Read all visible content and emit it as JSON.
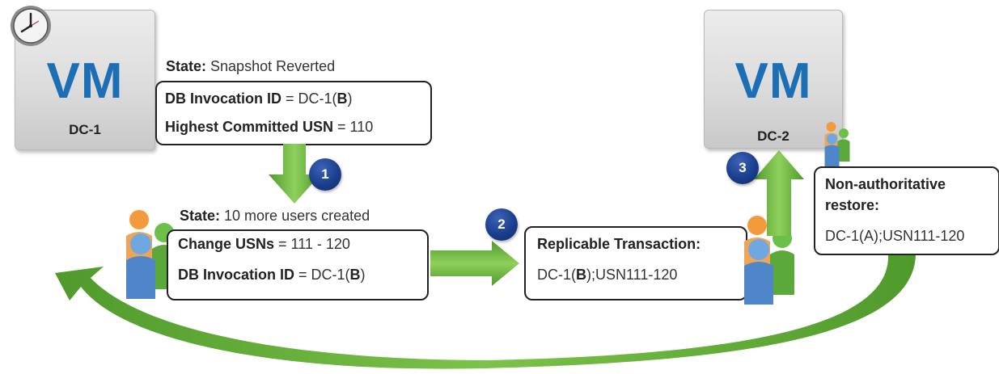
{
  "dc1": {
    "logo": "VM",
    "name": "DC-1",
    "state_label": "State:",
    "state_value": "Snapshot Reverted",
    "row1_key": "DB Invocation ID",
    "row1_prefix": " = DC-1(",
    "row1_bold": "B",
    "row1_suffix": ")",
    "row2_key": "Highest Committed USN",
    "row2_value": " = 110"
  },
  "step2": {
    "state_label": "State:",
    "state_value": "10 more users created",
    "row1_key": "Change USNs",
    "row1_value": " = 111 - 120",
    "row2_key": "DB Invocation ID",
    "row2_prefix": " = DC-1(",
    "row2_bold": "B",
    "row2_suffix": ")"
  },
  "replicable": {
    "title": "Replicable Transaction:",
    "prefix": "DC-1(",
    "bold": "B",
    "suffix": ");USN111-120"
  },
  "dc2": {
    "logo": "VM",
    "name": "DC-2"
  },
  "restore": {
    "title_line1": "Non-authoritative",
    "title_line2": "restore:",
    "value": "DC-1(A);USN111-120"
  },
  "badges": [
    "1",
    "2",
    "3"
  ],
  "icons": {
    "clock": "clock-icon",
    "users": "users-group-icon"
  },
  "colors": {
    "arrow_green": "#6ab23e",
    "vm_blue": "#1d6fb5",
    "badge_blue": "#1b3f8d"
  }
}
